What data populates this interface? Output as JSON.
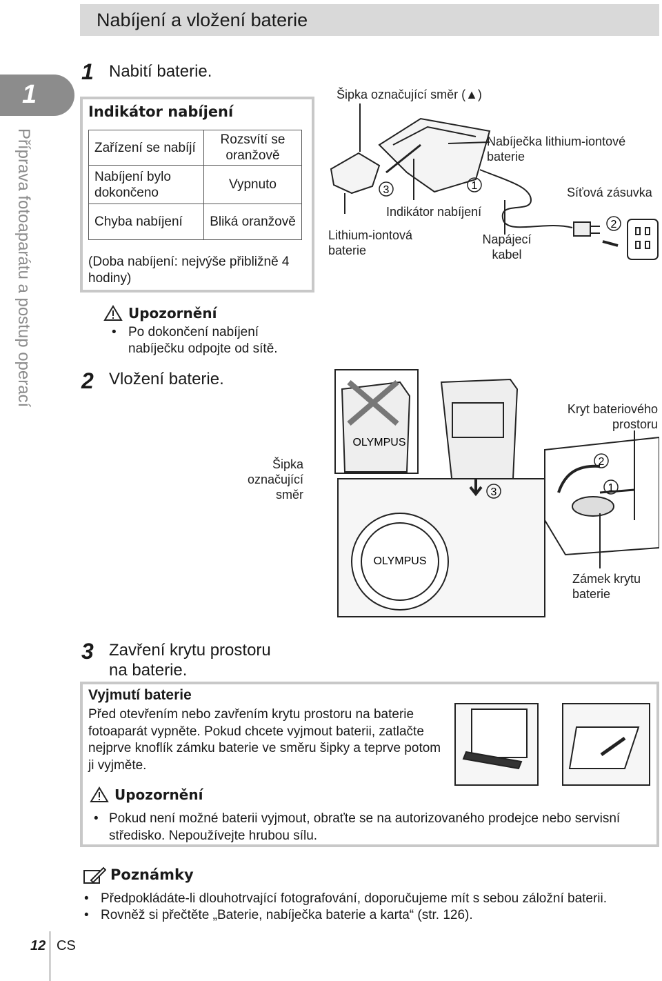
{
  "header": {
    "title": "Nabíjení a vložení baterie"
  },
  "chapter": {
    "number": "1",
    "side_title": "Příprava fotoaparátu a postup operací"
  },
  "step1": {
    "num": "1",
    "text": "Nabití baterie."
  },
  "indicator": {
    "title": "Indikátor nabíjení",
    "rows": [
      {
        "state": "Zařízení se nabíjí",
        "light": "Rozsvítí se oranžově"
      },
      {
        "state": "Nabíjení bylo dokončeno",
        "light": "Vypnuto"
      },
      {
        "state": "Chyba nabíjení",
        "light": "Bliká oranžově"
      }
    ],
    "time_note": "(Doba nabíjení: nejvýše přibližně 4 hodiny)"
  },
  "caution1": {
    "title": "Upozornění",
    "text": "Po dokončení nabíjení nabíječku odpojte od sítě."
  },
  "step2": {
    "num": "2",
    "text": "Vložení baterie."
  },
  "step3": {
    "num": "3",
    "text": "Zavření krytu prostoru na baterie."
  },
  "diagram1": {
    "arrow_label": "Šipka označující směr (▲)",
    "charger_label": "Nabíječka lithium-iontové baterie",
    "outlet_label": "Síťová zásuvka",
    "indicator_label": "Indikátor nabíjení",
    "battery_label": "Lithium-iontová baterie",
    "cable_label": "Napájecí kabel",
    "circle1": "1",
    "circle2": "2",
    "circle3": "3"
  },
  "diagram2": {
    "arrow_label": "Šipka označující směr",
    "cover_label": "Kryt bateriového prostoru",
    "lock_label": "Zámek krytu baterie",
    "brand": "OLYMPUS"
  },
  "removal": {
    "title": "Vyjmutí baterie",
    "text": "Před otevřením nebo zavřením krytu prostoru na baterie fotoaparát vypněte. Pokud chcete vyjmout baterii, zatlačte nejprve knoflík zámku baterie ve směru šipky a teprve potom ji vyjměte.",
    "caution_title": "Upozornění",
    "caution_text": "Pokud není možné baterii vyjmout, obraťte se na autorizovaného prodejce nebo servisní středisko. Nepoužívejte hrubou sílu."
  },
  "notes": {
    "title": "Poznámky",
    "items": [
      "Předpokládáte-li dlouhotrvající fotografování, doporučujeme mít s sebou záložní baterii.",
      "Rovněž si přečtěte „Baterie, nabíječka baterie a karta“ (str. 126)."
    ]
  },
  "footer": {
    "page": "12",
    "lang": "CS"
  }
}
